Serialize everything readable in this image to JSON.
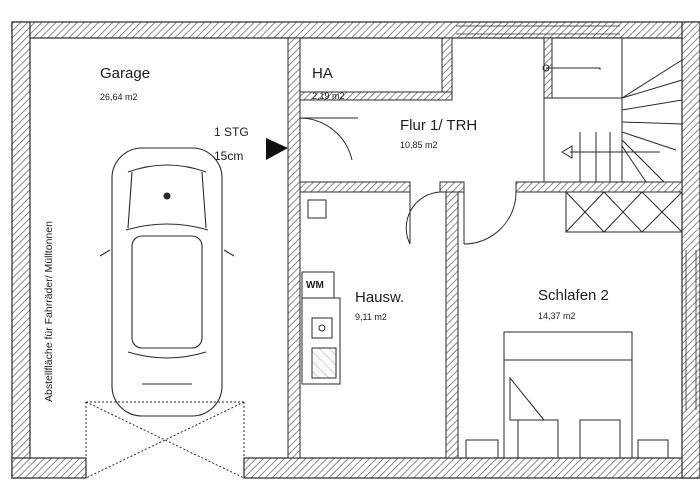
{
  "rooms": {
    "garage": {
      "name": "Garage",
      "area": "26,64 m2"
    },
    "ha": {
      "name": "HA",
      "area": "2,19 m2"
    },
    "flur": {
      "name": "Flur 1/ TRH",
      "area": "10,85 m2"
    },
    "hausw": {
      "name": "Hausw.",
      "area": "9,11 m2"
    },
    "schlafen": {
      "name": "Schlafen 2",
      "area": "14,37 m2"
    }
  },
  "step": {
    "count": "1 STG",
    "height": "15cm"
  },
  "garage_note": "Abstellfläche für Fahrräder/ Mülltonnen",
  "appliance_label": "WM",
  "colors": {
    "wall_hatch": "#6e6e6e",
    "line": "#2a2a2a",
    "paper": "#ffffff"
  }
}
